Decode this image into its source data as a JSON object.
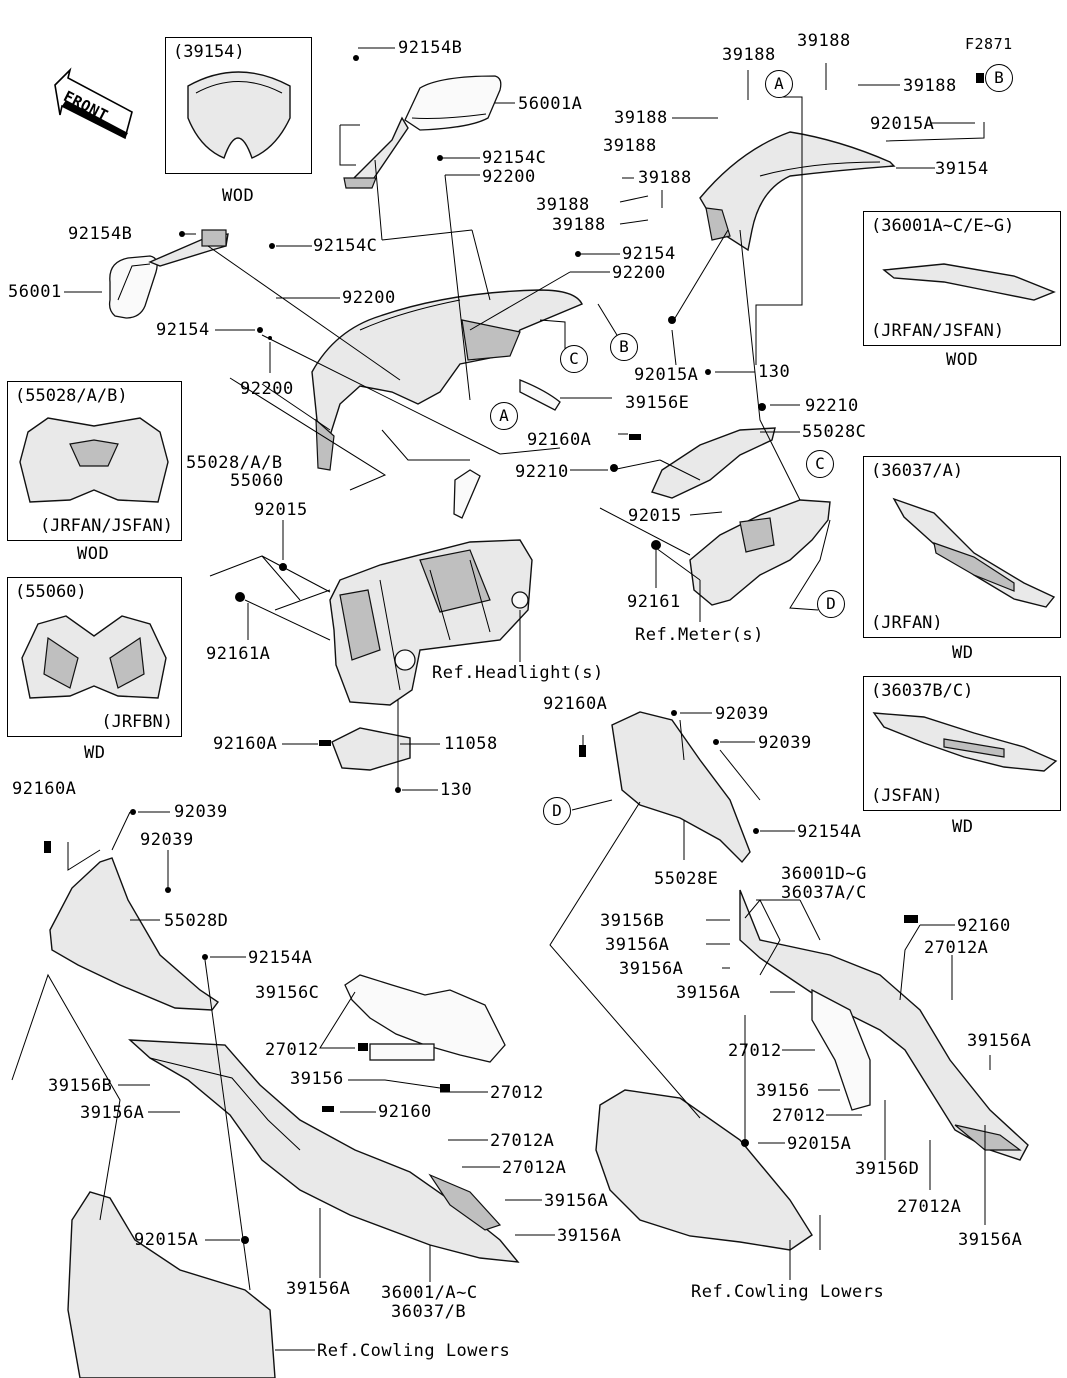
{
  "figure_code": "F2871",
  "front_arrow_text": "FRONT",
  "inset_boxes": [
    {
      "code": "(39154)",
      "variant": ""
    },
    {
      "code": "(55028/A/B)",
      "variant": "(JRFAN/JSFAN)"
    },
    {
      "code": "(55060)",
      "variant": "(JRFBN)"
    },
    {
      "code": "(36001A~C/E~G)",
      "variant": "(JRFAN/JSFAN)"
    },
    {
      "code": "(36037/A)",
      "variant": "(JRFAN)"
    },
    {
      "code": "(36037B/C)",
      "variant": "(JSFAN)"
    }
  ],
  "inset_tags": [
    "WOD",
    "WOD",
    "WD",
    "WOD",
    "WD",
    "WD"
  ],
  "ref_circles": [
    "A",
    "B",
    "C",
    "A",
    "B",
    "C",
    "D",
    "D"
  ],
  "labels": [
    "92154B",
    "56001A",
    "92154C",
    "92200",
    "92154B",
    "56001",
    "92154C",
    "92200",
    "92154",
    "92200",
    "39188",
    "39188",
    "39188",
    "39188",
    "39188",
    "39188",
    "39188",
    "39188",
    "92015A",
    "39154",
    "92154",
    "92200",
    "92015A",
    "130",
    "39156E",
    "92210",
    "92160A",
    "55028C",
    "92210",
    "55028/A/B",
    "55060",
    "92015",
    "92015",
    "92161",
    "Ref.Meter(s)",
    "92161A",
    "Ref.Headlight(s)",
    "92160A",
    "11058",
    "130",
    "92160A",
    "92039",
    "92039",
    "92154A",
    "55028E",
    "36001D~G",
    "36037A/C",
    "92160A",
    "92039",
    "92039",
    "55028D",
    "92154A",
    "39156C",
    "27012",
    "39156",
    "27012",
    "39156B",
    "39156A",
    "92160",
    "27012A",
    "27012A",
    "39156A",
    "39156A",
    "92015A",
    "39156A",
    "36001/A~C",
    "36037/B",
    "Ref.Cowling Lowers",
    "39156B",
    "39156A",
    "39156A",
    "39156A",
    "92160",
    "27012A",
    "27012",
    "39156A",
    "39156",
    "27012",
    "92015A",
    "39156D",
    "27012A",
    "39156A",
    "Ref.Cowling Lowers"
  ]
}
